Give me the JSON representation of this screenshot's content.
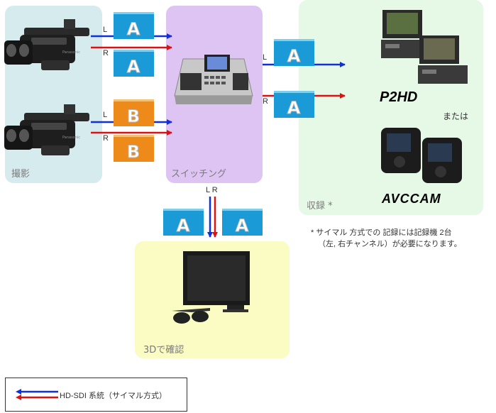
{
  "panels": {
    "shooting": "撮影",
    "switching": "スイッチング",
    "recording": "収録 *",
    "monitor": "3Dで確認"
  },
  "channels": {
    "left": "L",
    "right": "R",
    "lr": "L R"
  },
  "tiles": {
    "a": "A",
    "b": "B"
  },
  "recorders": {
    "p2hd": "P2HD",
    "or_text": "または",
    "avccam": "AVCCAM"
  },
  "note": {
    "line1": "* サイマル 方式での 記録には記録機 2台",
    "line2": "（左, 右チャンネル）が必要になります。"
  },
  "legend": {
    "label": "HD-SDI 系統（サイマル方式）"
  },
  "colors": {
    "left_line": "#1030e0",
    "right_line": "#e01010",
    "tile_a": "#1a9ad6",
    "tile_b": "#ee8a1a"
  }
}
